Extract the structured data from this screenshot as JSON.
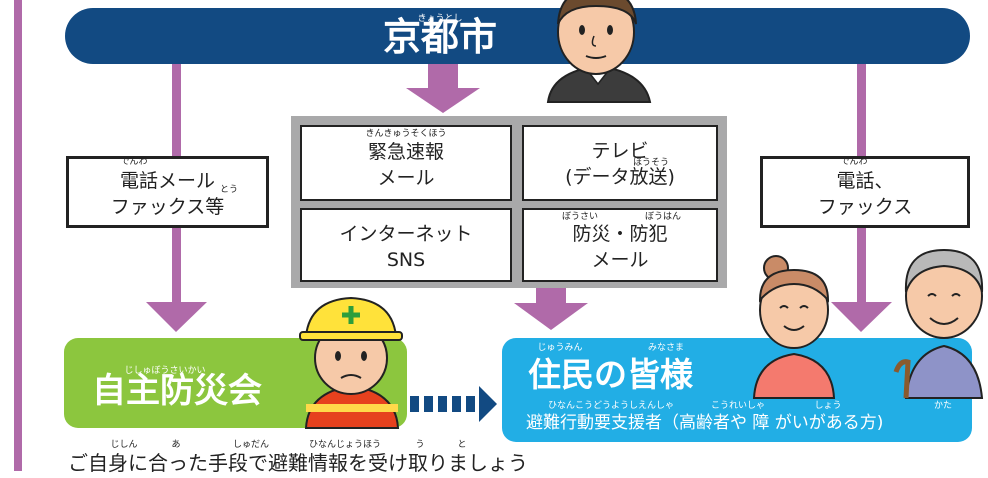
{
  "banner": {
    "title": "京都市",
    "ruby": "きょうとし"
  },
  "left_box": {
    "line1": "電話メール",
    "line2": "ファックス等",
    "ruby1": "でんわ",
    "ruby2": "とう"
  },
  "center_boxes": [
    {
      "line1": "緊急速報",
      "line2": "メール",
      "ruby": "きんきゅうそくほう"
    },
    {
      "line1": "テレビ",
      "line2": "(データ放送)",
      "ruby": "ほうそう"
    },
    {
      "line1": "インターネット",
      "line2": "SNS"
    },
    {
      "line1": "防災・防犯",
      "line2": "メール",
      "ruby1": "ぼうさい",
      "ruby2": "ぼうはん"
    }
  ],
  "right_box": {
    "line1": "電話、",
    "line2": "ファックス",
    "ruby": "でんわ"
  },
  "green_box": {
    "title": "自主防災会",
    "ruby": "じしゅぼうさいかい"
  },
  "cyan_box": {
    "title": "住民の皆様",
    "ruby1": "じゅうみん",
    "ruby2": "みなさま",
    "subtitle": "避難行動要支援者（高齢者や 障 がいがある方)",
    "sub_ruby1": "ひなんこうどうようしえんしゃ",
    "sub_ruby2": "こうれいしゃ",
    "sub_ruby3": "しょう",
    "sub_ruby4": "かた"
  },
  "footer": {
    "text": "ご自身に合った手段で避難情報を受け取りましょう",
    "ruby1": "じしん",
    "ruby2": "あ",
    "ruby3": "しゅだん",
    "ruby4": "ひなんじょうほう",
    "ruby5": "う",
    "ruby6": "と"
  },
  "colors": {
    "navy": "#124a82",
    "purple": "#b06aa9",
    "green": "#8cc63e",
    "cyan": "#22aee5",
    "gray": "#a9a9aa"
  },
  "icons": [
    "city-official-person",
    "construction-worker-person",
    "elderly-woman-person",
    "elderly-man-with-cane-person",
    "dotted-right-arrow"
  ]
}
